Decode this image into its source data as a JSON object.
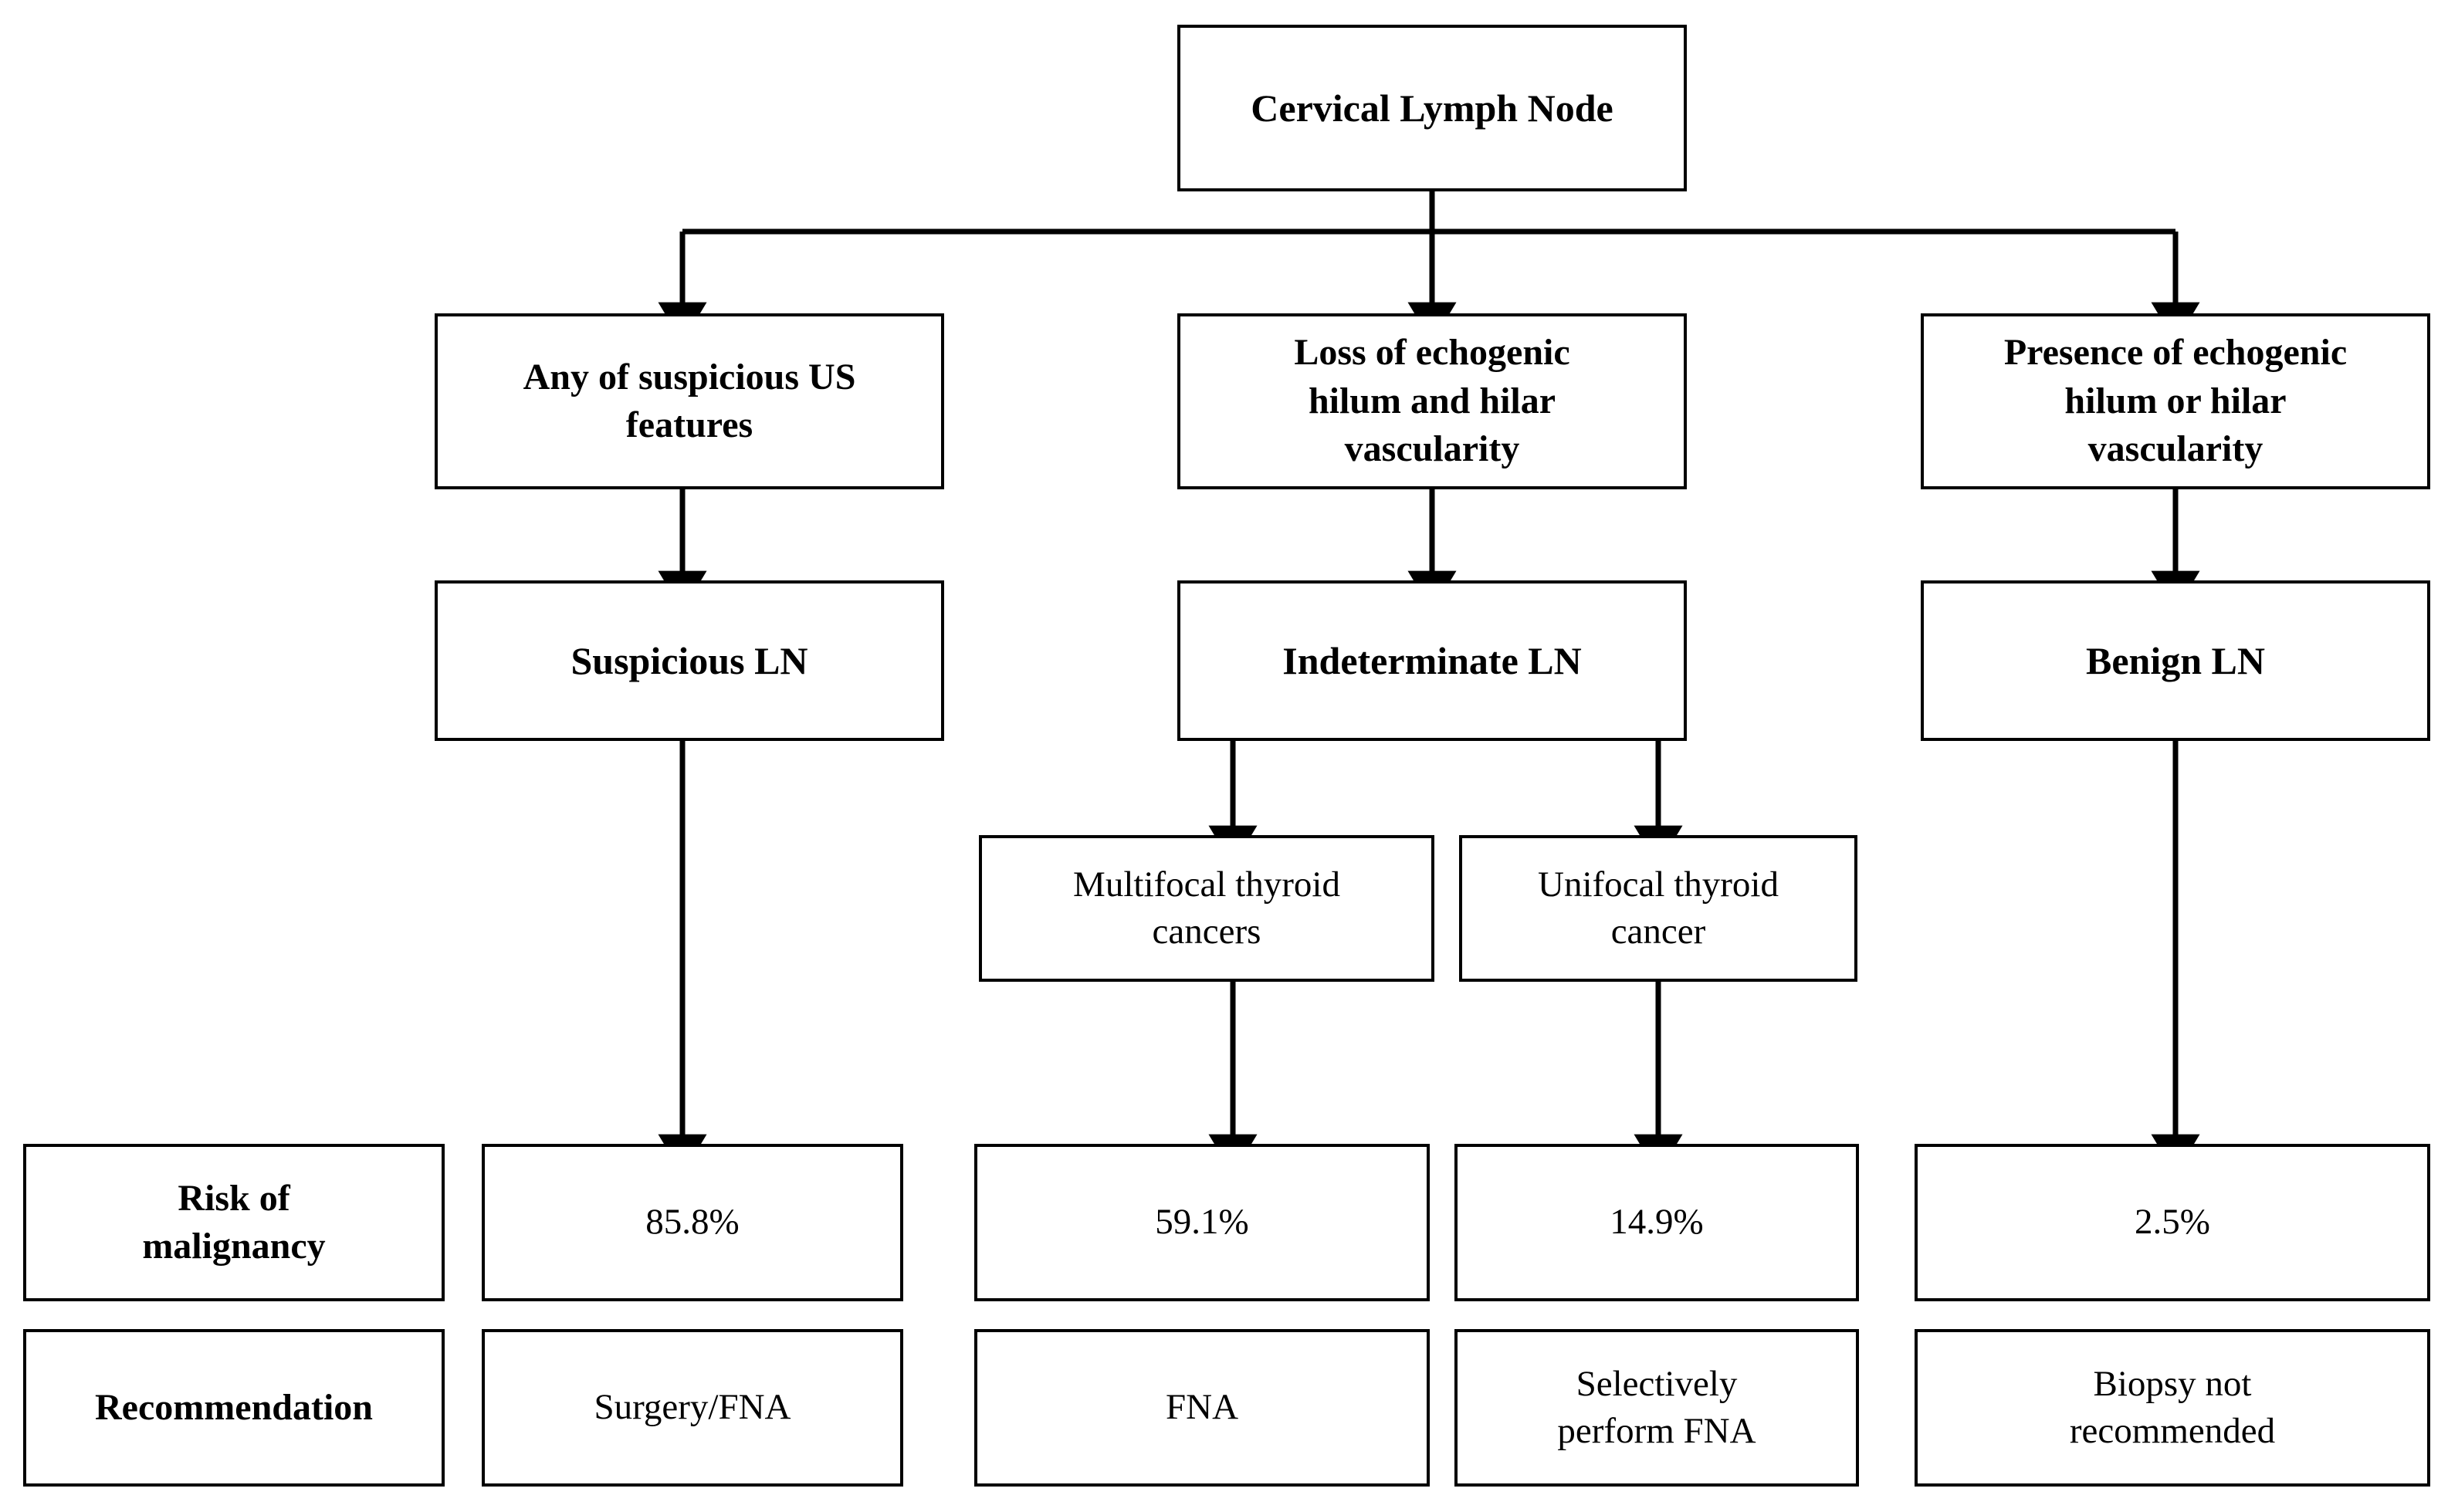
{
  "diagram": {
    "title": "Cervical Lymph Node ultrasound risk stratification flowchart",
    "stroke_color": "#000000",
    "fill_color": "#ffffff"
  },
  "nodes": {
    "root": {
      "label": "Cervical Lymph Node"
    },
    "criteria": [
      {
        "id": "suspicious-criteria",
        "label": "Any of suspicious US\nfeatures"
      },
      {
        "id": "indeterminate-criteria",
        "label": "Loss of echogenic\nhilum and hilar\nvascularity"
      },
      {
        "id": "benign-criteria",
        "label": "Presence of echogenic\nhilum or hilar\nvascularity"
      }
    ],
    "classes": [
      {
        "id": "suspicious-ln",
        "label": "Suspicious LN"
      },
      {
        "id": "indeterminate-ln",
        "label": "Indeterminate LN"
      },
      {
        "id": "benign-ln",
        "label": "Benign LN"
      }
    ],
    "focality": [
      {
        "id": "multifocal",
        "label": "Multifocal thyroid\ncancers"
      },
      {
        "id": "unifocal",
        "label": "Unifocal thyroid\ncancer"
      }
    ]
  },
  "rows": {
    "risk": {
      "row_label": "Risk of\nmalignancy",
      "values": [
        "85.8%",
        "59.1%",
        "14.9%",
        "2.5%"
      ]
    },
    "recommendation": {
      "row_label": "Recommendation",
      "values": [
        "Surgery/FNA",
        "FNA",
        "Selectively\nperform FNA",
        "Biopsy not\nrecommended"
      ]
    }
  },
  "chart_data": {
    "type": "table",
    "title": "Cervical Lymph Node risk stratification",
    "categories": [
      "Suspicious LN",
      "Indeterminate LN - Multifocal thyroid cancers",
      "Indeterminate LN - Unifocal thyroid cancer",
      "Benign LN"
    ],
    "series": [
      {
        "name": "Risk of malignancy",
        "values": [
          85.8,
          59.1,
          14.9,
          2.5
        ],
        "unit": "%"
      }
    ],
    "annotations": [
      "Surgery/FNA",
      "FNA",
      "Selectively perform FNA",
      "Biopsy not recommended"
    ],
    "ylabel": "Risk of malignancy",
    "xlabel": ""
  }
}
